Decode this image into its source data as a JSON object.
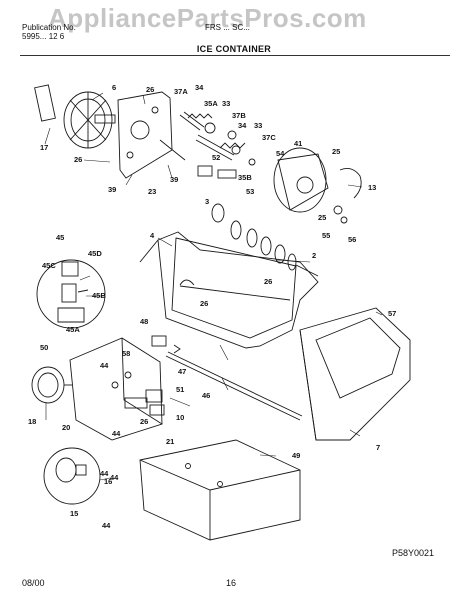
{
  "header": {
    "line1_left": "Publication No.",
    "line2_left": "5995... 12 6",
    "line1_right": "FRS ... SC...",
    "title": "ICE CONTAINER"
  },
  "watermark": "AppliancePartsPros.com",
  "footer": {
    "date": "08/00",
    "page": "16",
    "diagram_code": "P58Y0021"
  },
  "callouts": [
    "6",
    "26",
    "17",
    "26",
    "23",
    "39",
    "39",
    "37A",
    "34",
    "35A",
    "33",
    "37B",
    "34",
    "33",
    "37C",
    "54",
    "41",
    "52",
    "35B",
    "53",
    "25",
    "13",
    "3",
    "25",
    "55",
    "56",
    "4",
    "2",
    "45",
    "45D",
    "45C",
    "45B",
    "45A",
    "50",
    "26",
    "26",
    "57",
    "48",
    "47",
    "58",
    "44",
    "51",
    "46",
    "18",
    "20",
    "10",
    "44",
    "26",
    "21",
    "44",
    "49",
    "7",
    "16",
    "15",
    "44",
    "44"
  ],
  "colors": {
    "line": "#1a1a1a",
    "background": "#ffffff",
    "watermark": "#969696"
  }
}
